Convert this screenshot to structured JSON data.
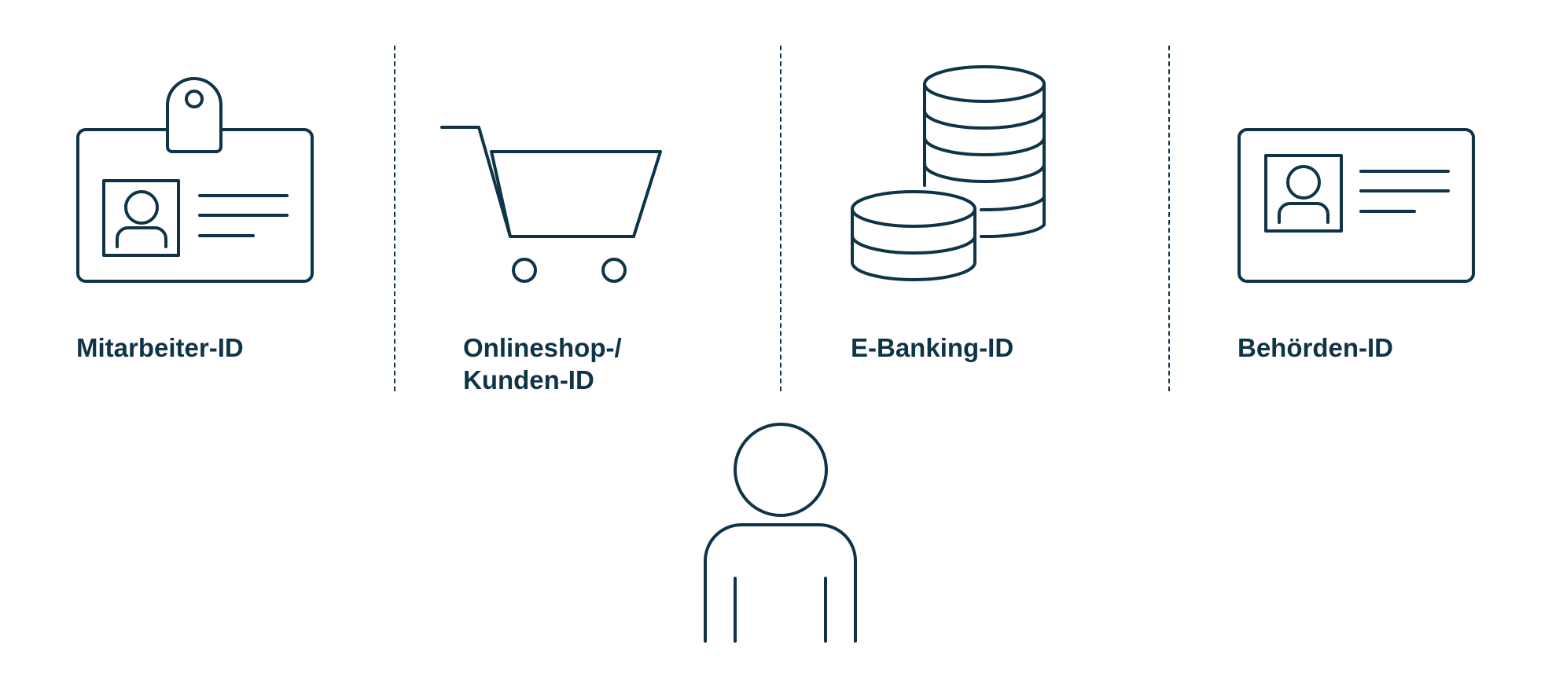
{
  "colors": {
    "stroke": "#0f3447",
    "text": "#0f3447",
    "background": "#ffffff"
  },
  "items": [
    {
      "label": "Mitarbeiter-ID",
      "icon": "employee-badge-icon"
    },
    {
      "label_line1": "Onlineshop-/",
      "label_line2": "Kunden-ID",
      "icon": "shopping-cart-icon"
    },
    {
      "label": "E-Banking-ID",
      "icon": "coin-stack-icon"
    },
    {
      "label": "Behörden-ID",
      "icon": "id-card-icon"
    }
  ],
  "person": {
    "icon": "person-icon"
  }
}
